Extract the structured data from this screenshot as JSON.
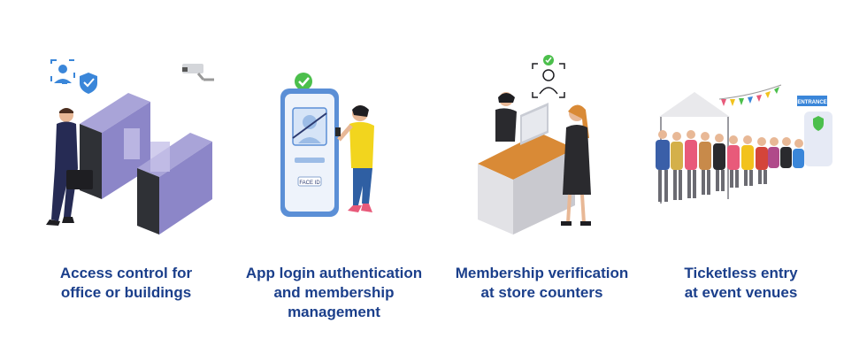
{
  "use_cases": [
    {
      "lines": [
        "Access control for",
        "office or buildings"
      ]
    },
    {
      "lines": [
        "App login authentication",
        "and membership",
        "management"
      ]
    },
    {
      "lines": [
        "Membership verification",
        "at store counters"
      ]
    },
    {
      "lines": [
        "Ticketless entry",
        "at event venues"
      ]
    }
  ],
  "phone_label": "FACE ID",
  "entrance_sign": "ENTRANCE",
  "colors": {
    "caption": "#1b3f8b",
    "gate": "#8c86c8",
    "shield": "#3a86d9",
    "check": "#4cbf4c",
    "counter_top": "#d98a36"
  }
}
